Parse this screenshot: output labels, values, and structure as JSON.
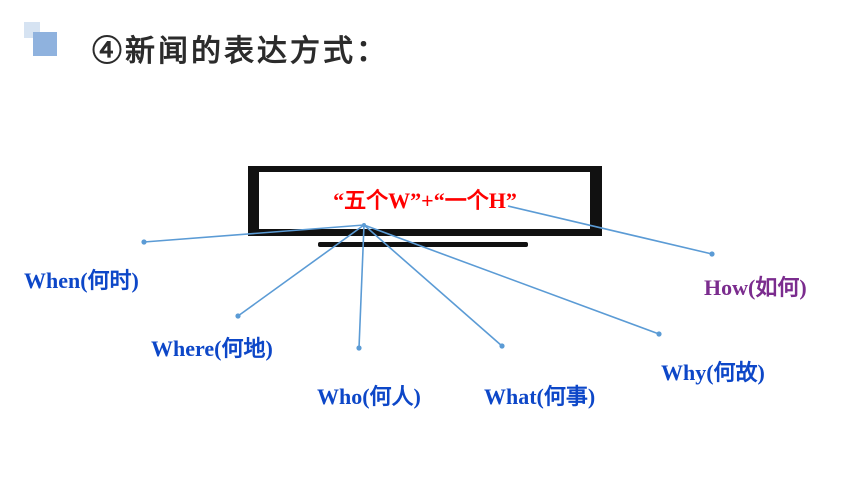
{
  "heading": "④新闻的表达方式：",
  "formula": "“五个W”+“一个H”",
  "colors": {
    "heading": "#2b2b2b",
    "formula": "#ff0000",
    "w_label": "#0d47c8",
    "h_label": "#7b2c8e",
    "connector": "#5b9bd5",
    "frame": "#111111"
  },
  "elements": {
    "when": "When(何时)",
    "where": "Where(何地)",
    "who": "Who(何人)",
    "what": "What(何事)",
    "why": "Why(何故)",
    "how": "How(如何)"
  }
}
